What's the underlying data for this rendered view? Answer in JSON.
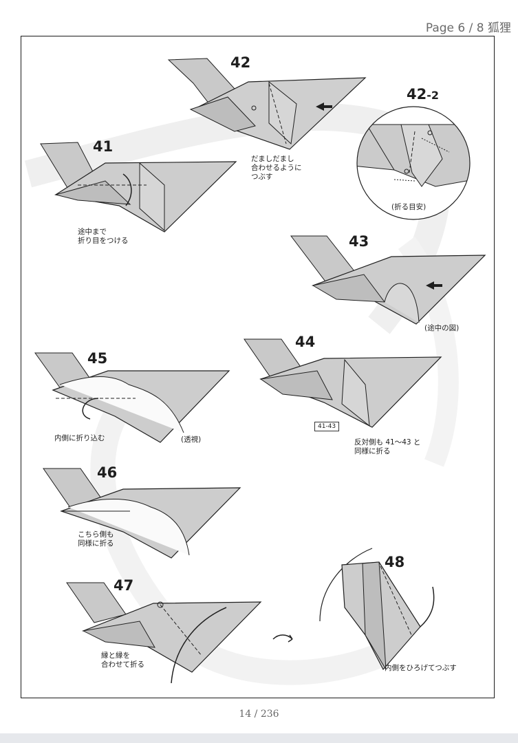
{
  "viewer": {
    "page_indicator": "Page 6 / 8 狐狸",
    "page_footer": "14 / 236"
  },
  "steps": {
    "s41": {
      "number": "41",
      "note": "途中まで\n折り目をつける"
    },
    "s42": {
      "number": "42",
      "note": "だましだまし\n合わせるように\nつぶす"
    },
    "s42_2": {
      "number": "42",
      "suffix": "-2",
      "note": "(折る目安)"
    },
    "s43": {
      "number": "43",
      "note": "(途中の図)"
    },
    "s44": {
      "number": "44",
      "ref": "41-43",
      "note": "反対側も 41～43 と\n同様に折る"
    },
    "s45": {
      "number": "45",
      "note": "内側に折り込む",
      "note2": "(透視)"
    },
    "s46": {
      "number": "46",
      "note": "こちら側も\n同様に折る"
    },
    "s47": {
      "number": "47",
      "note": "縁と縁を\n合わせて折る"
    },
    "s48": {
      "number": "48",
      "note": "内側をひろげてつぶす"
    }
  },
  "colors": {
    "paper": "#c9c9c9",
    "paper_dark": "#a8a8a8",
    "line": "#1f1f1f",
    "swoosh": "#efefef"
  }
}
